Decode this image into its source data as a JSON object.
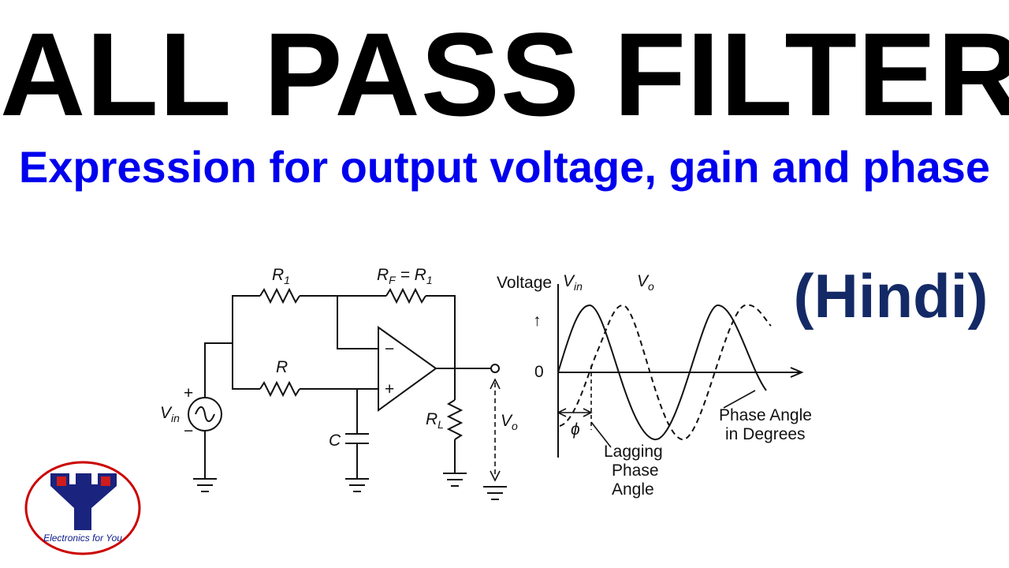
{
  "title": "ALL PASS FILTER",
  "subtitle": "Expression for output voltage, gain and phase",
  "language_tag": "(Hindi)",
  "colors": {
    "title": "#000000",
    "subtitle": "#0000ee",
    "language_tag": "#142a66",
    "logo_ring": "#cc0000",
    "logo_y": "#1a237e"
  },
  "circuit": {
    "r1": {
      "main": "R",
      "sub": "1"
    },
    "rf": {
      "main": "R",
      "sub": "F",
      "eq": " = R",
      "eq_sub": "1"
    },
    "r": "R",
    "c": "C",
    "vin": {
      "main": "V",
      "sub": "in"
    },
    "vo": {
      "main": "V",
      "sub": "o"
    },
    "rl": {
      "main": "R",
      "sub": "L"
    },
    "plus": "+",
    "minus": "−",
    "opamp_minus": "−",
    "opamp_plus": "+"
  },
  "waveform": {
    "axis_label": "Voltage",
    "arrow": "↑",
    "zero": "0",
    "vin": {
      "main": "V",
      "sub": "in"
    },
    "vo": {
      "main": "V",
      "sub": "o"
    },
    "phi": "ϕ",
    "phase_angle_line1": "Phase Angle",
    "phase_angle_line2": "in Degrees",
    "lagging_line1": "Lagging",
    "lagging_line2": "Phase",
    "lagging_line3": "Angle"
  },
  "logo": {
    "caption": "Electronics for You"
  }
}
